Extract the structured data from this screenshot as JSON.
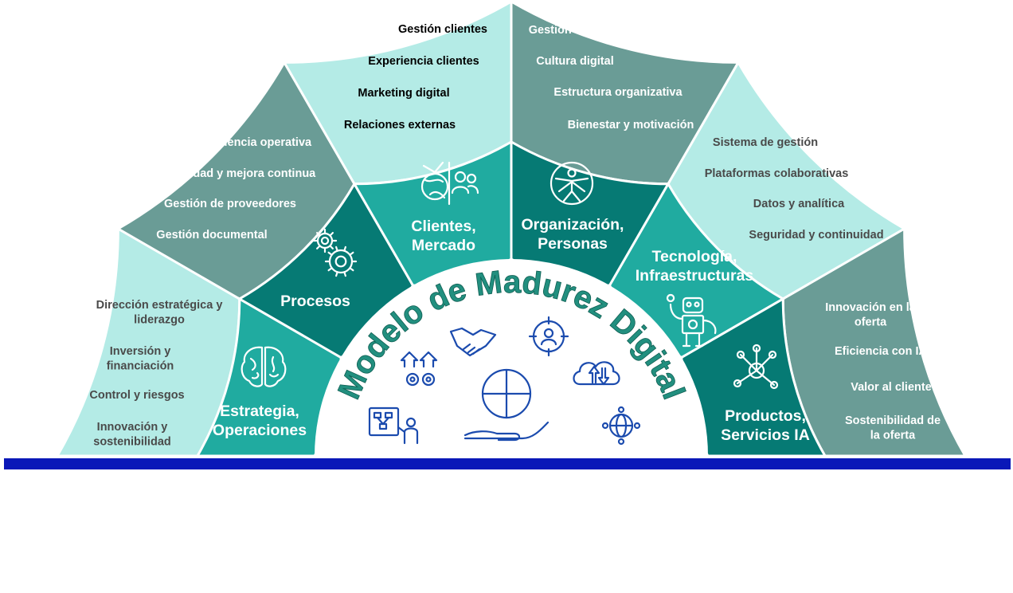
{
  "title": "Modelo de Madurez Digital",
  "colors": {
    "outer_light": "#b4ebe6",
    "outer_dark": "#6a9c96",
    "inner_mid": "#20aba0",
    "inner_dark": "#067a74",
    "title": "#228f7f",
    "icon_blue": "#1b4bae",
    "base_line": "#0a18b8",
    "outer_text_dark_bg": "#ffffff",
    "outer_text_light_bg": "#4a4a4a",
    "outer_text_top": "#000000"
  },
  "sectors": [
    {
      "name": "Estrategia, Operaciones",
      "label_lines": [
        "Estrategia,",
        "Operaciones"
      ],
      "icon": "brain-icon",
      "items": [
        {
          "lines": [
            "Dirección estratégica y",
            "liderazgo"
          ]
        },
        {
          "lines": [
            "Inversión y",
            "financiación"
          ]
        },
        {
          "lines": [
            "Control y riesgos"
          ]
        },
        {
          "lines": [
            "Innovación y",
            "sostenibilidad"
          ]
        }
      ]
    },
    {
      "name": "Procesos",
      "label_lines": [
        "Procesos"
      ],
      "icon": "gears-icon",
      "items": [
        {
          "lines": [
            "Eficiencia  operativa"
          ]
        },
        {
          "lines": [
            "Calidad  y mejora continua"
          ]
        },
        {
          "lines": [
            "Gestión de proveedores"
          ]
        },
        {
          "lines": [
            "Gestión documental"
          ]
        }
      ]
    },
    {
      "name": "Clientes, Mercado",
      "label_lines": [
        "Clientes,",
        "Mercado"
      ],
      "icon": "market-clients-icon",
      "items": [
        {
          "lines": [
            "Gestión clientes"
          ]
        },
        {
          "lines": [
            "Experiencia clientes"
          ]
        },
        {
          "lines": [
            "Marketing digital"
          ]
        },
        {
          "lines": [
            "Relaciones  externas"
          ]
        }
      ]
    },
    {
      "name": "Organización, Personas",
      "label_lines": [
        "Organización,",
        "Personas"
      ],
      "icon": "vitruvian-person-icon",
      "items": [
        {
          "lines": [
            "Gestión del talento"
          ]
        },
        {
          "lines": [
            "Cultura digital"
          ]
        },
        {
          "lines": [
            "Estructura organizativa"
          ]
        },
        {
          "lines": [
            "Bienestar y motivación"
          ]
        }
      ]
    },
    {
      "name": "Tecnología, Infraestructuras",
      "label_lines": [
        "Tecnología,",
        "Infraestructuras"
      ],
      "icon": "robot-icon",
      "items": [
        {
          "lines": [
            "Sistema de gestión"
          ]
        },
        {
          "lines": [
            "Plataformas  colaborativas"
          ]
        },
        {
          "lines": [
            "Datos y analítica"
          ]
        },
        {
          "lines": [
            "Seguridad  y continuidad"
          ]
        }
      ]
    },
    {
      "name": "Productos, Servicios IA",
      "label_lines": [
        "Productos,",
        "Servicios IA"
      ],
      "icon": "network-hub-icon",
      "items": [
        {
          "lines": [
            "Innovación  en la",
            "oferta"
          ]
        },
        {
          "lines": [
            "Eficiencia  con IA"
          ]
        },
        {
          "lines": [
            "Valor al cliente"
          ]
        },
        {
          "lines": [
            "Sostenibilidad  de",
            "la oferta"
          ]
        }
      ]
    }
  ],
  "center_icons": [
    "handshake-icon",
    "user-target-icon",
    "gears-arrows-icon",
    "cloud-sync-icon",
    "binary-globe-hand-icon",
    "flowchart-presenter-icon",
    "globe-network-icon"
  ]
}
